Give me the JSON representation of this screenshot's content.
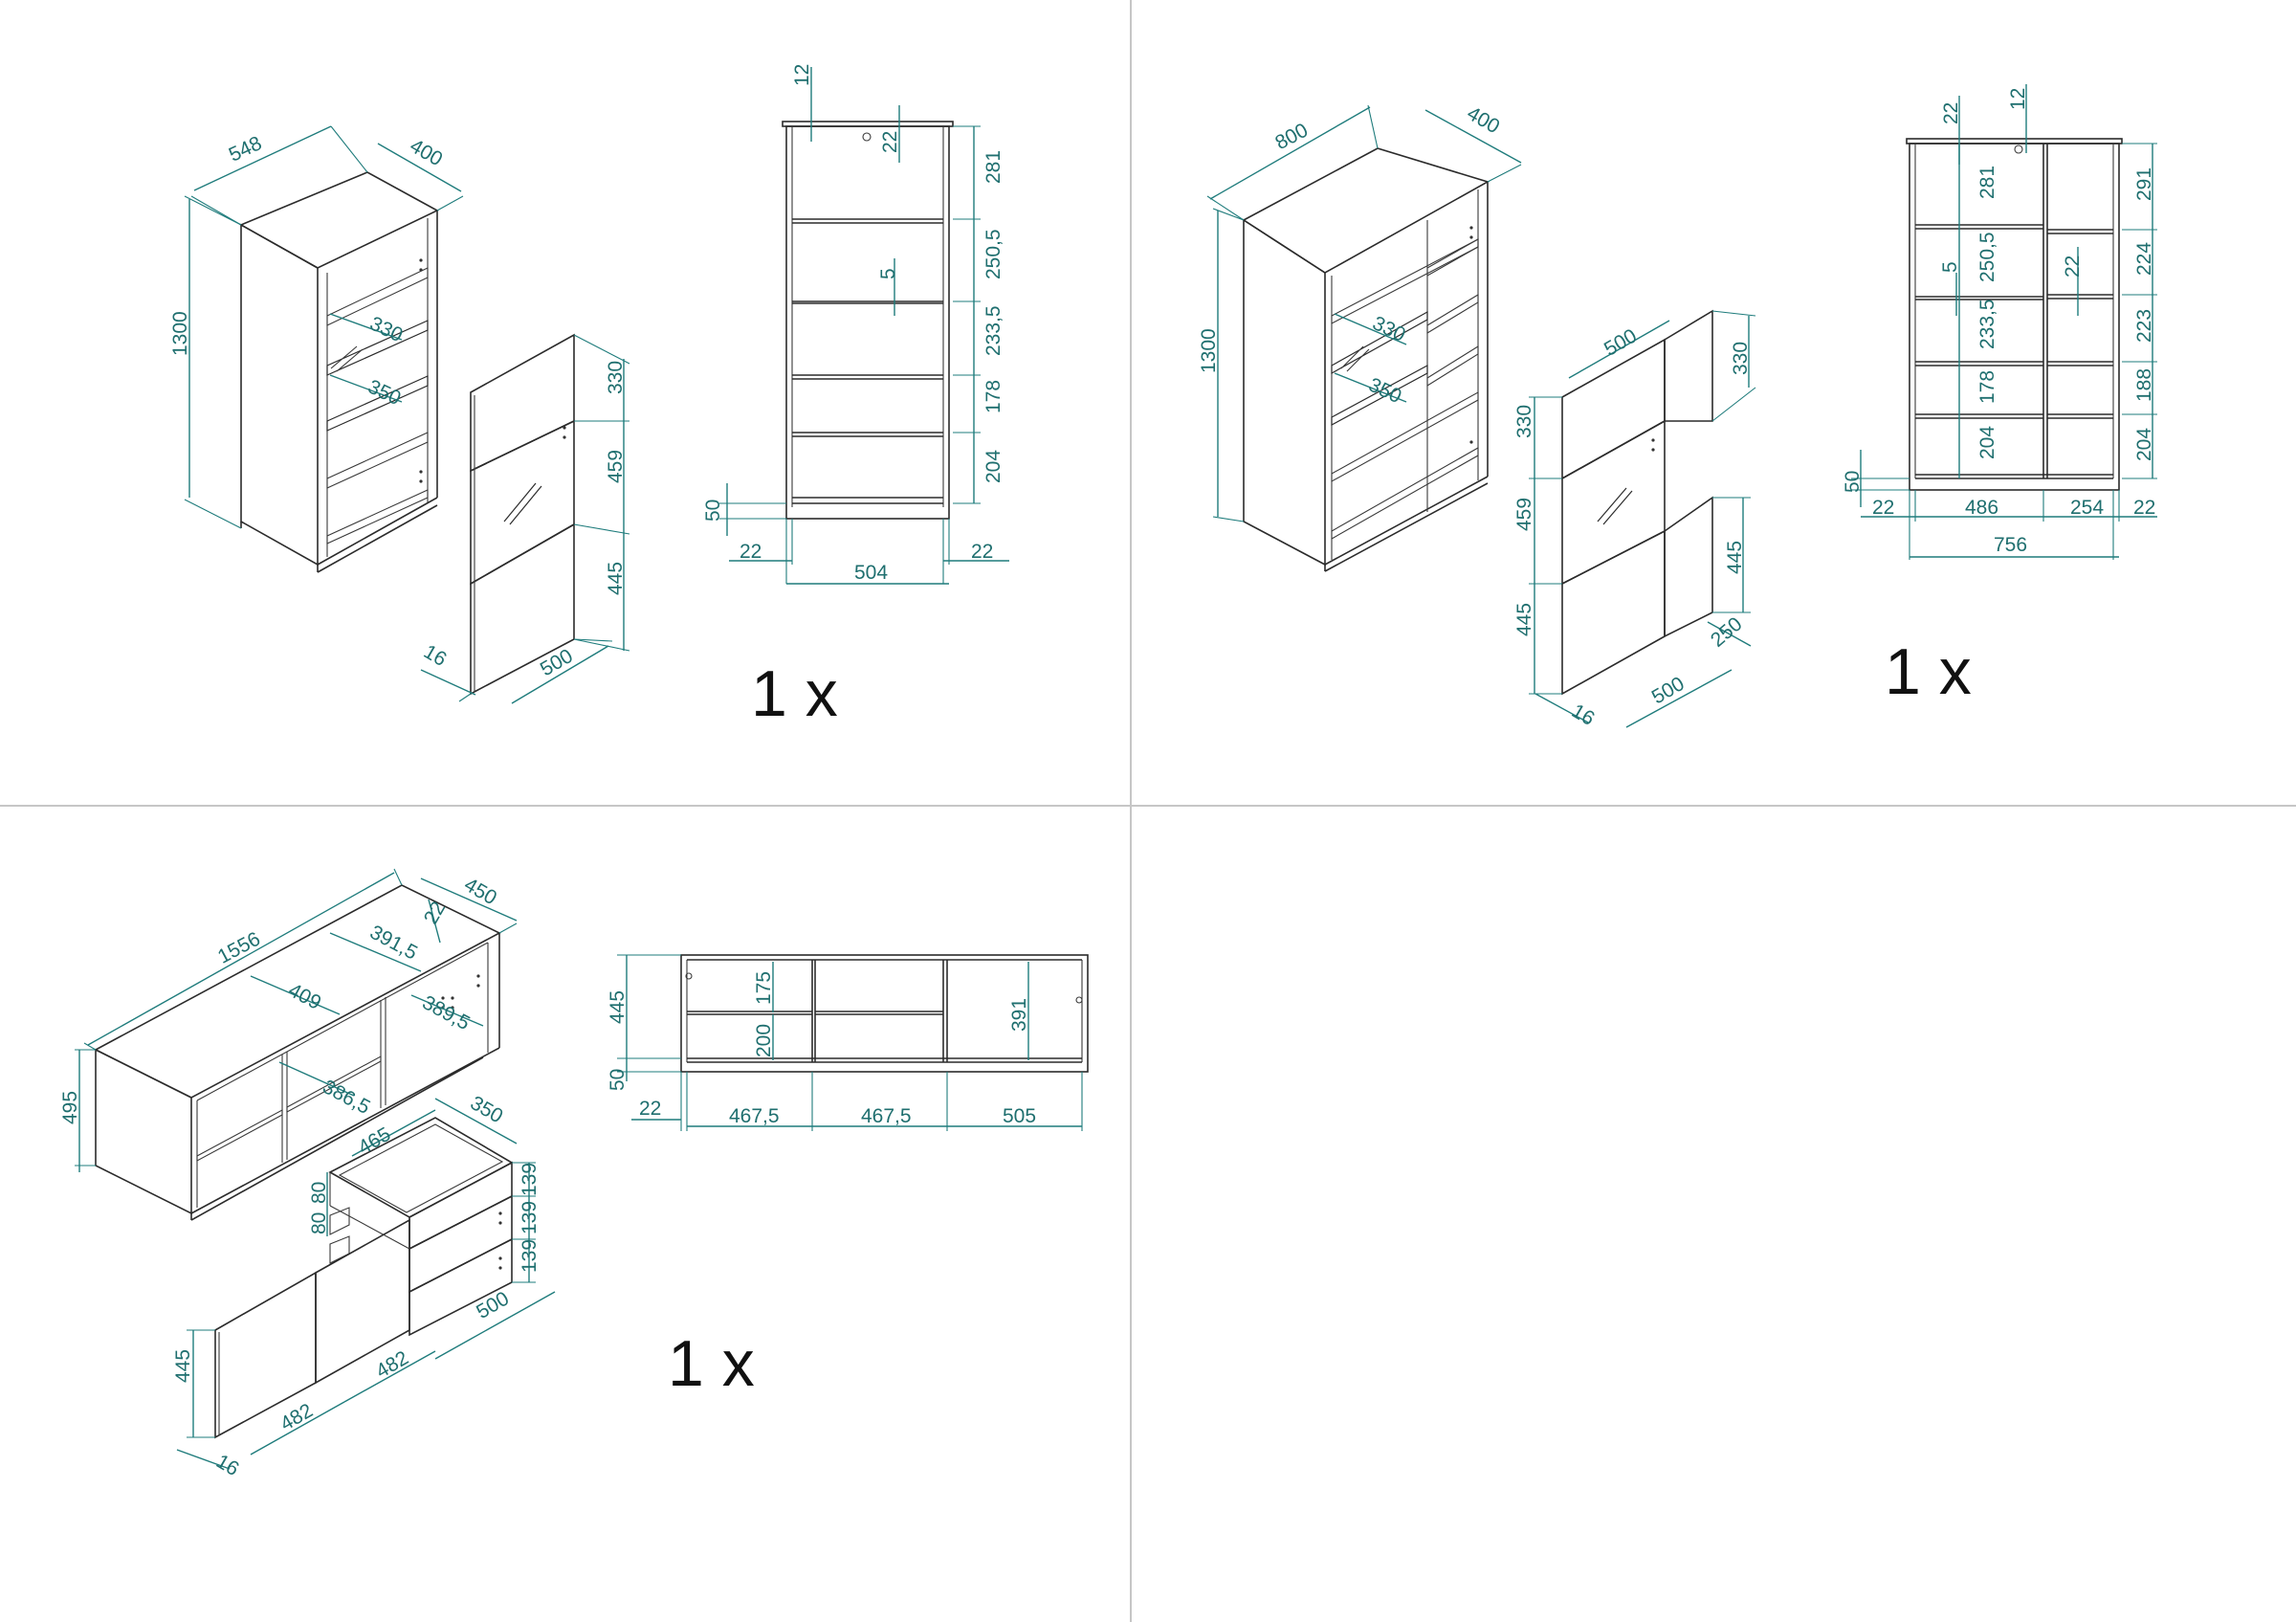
{
  "colors": {
    "dimension": "#1f7c7c",
    "line": "#2b2b2b",
    "divider": "#c6c6c6"
  },
  "panel_tl": {
    "quantity": "1 x",
    "iso_dims": {
      "width": "548",
      "depth": "400",
      "height": "1300",
      "shelf_1": "330",
      "shelf_2": "350"
    },
    "door_dims": {
      "top": "330",
      "middle": "459",
      "bottom": "445",
      "thickness": "16",
      "width": "500"
    },
    "front_dims": {
      "top_board": "12",
      "inset": "22",
      "glass_gap": "5",
      "bays": [
        "281",
        "250,5",
        "233,5",
        "178",
        "204"
      ],
      "plinth": "50",
      "side_left": "22",
      "inner_width": "504",
      "side_right": "22"
    }
  },
  "panel_tr": {
    "quantity": "1 x",
    "iso_dims": {
      "width": "800",
      "depth": "400",
      "height": "1300",
      "shelf_1": "330",
      "shelf_2": "350"
    },
    "door_dims": {
      "width_top": "500",
      "right_top": "330",
      "left_top": "330",
      "left_middle": "459",
      "left_bottom": "445",
      "right_bottom": "445",
      "depth": "250",
      "width": "500",
      "thickness": "16"
    },
    "front_dims": {
      "top_left": "22",
      "top_right": "12",
      "glass_gap": "5",
      "mid_gap": "22",
      "left_bays": [
        "281",
        "250,5",
        "233,5",
        "178",
        "204"
      ],
      "right_bays": [
        "291",
        "224",
        "223",
        "188",
        "204"
      ],
      "plinth": "50",
      "side_left": "22",
      "left_width": "486",
      "right_width": "254",
      "side_right": "22",
      "total_inner": "756"
    }
  },
  "panel_bl": {
    "quantity": "1 x",
    "iso_dims": {
      "length": "1556",
      "depth": "450",
      "height": "495",
      "top_inset": "22",
      "comp_1": "391,5",
      "comp_2": "409",
      "comp_3": "389,5",
      "comp_4": "386,5"
    },
    "drawer_dims": {
      "width": "465",
      "depth": "350",
      "left_1": "80",
      "left_2": "80",
      "fronts": [
        "139",
        "139",
        "139"
      ],
      "front_width": "500"
    },
    "door_dims": {
      "height": "445",
      "width_1": "482",
      "width_2": "482",
      "thickness": "16"
    },
    "front_dims": {
      "height": "445",
      "plinth": "50",
      "side": "22",
      "inner_1": "175",
      "inner_2": "200",
      "right_inner": "391",
      "widths": [
        "467,5",
        "467,5",
        "505"
      ]
    }
  }
}
